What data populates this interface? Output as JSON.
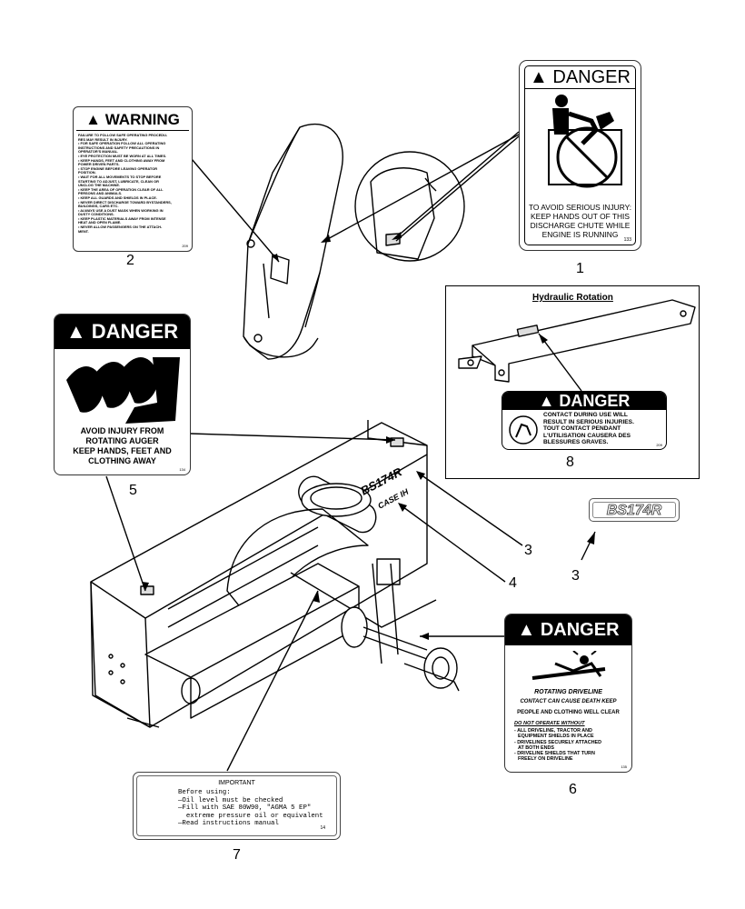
{
  "labels": {
    "n1": "1",
    "n2": "2",
    "n3a": "3",
    "n3b": "3",
    "n4": "4",
    "n5": "5",
    "n6": "6",
    "n7": "7",
    "n8": "8"
  },
  "decal1": {
    "header": "DANGER",
    "lines": [
      "TO AVOID SERIOUS INJURY:",
      "KEEP HANDS OUT OF THIS",
      "DISCHARGE CHUTE WHILE",
      "ENGINE IS RUNNING"
    ],
    "code": "133"
  },
  "decal2": {
    "header": "WARNING",
    "lines": [
      "FAILURE TO FOLLOW SAFE OPERATING PROCEDU-",
      "RES MAY RESULT IN INJURY.",
      "• FOR SAFE OPERATION FOLLOW ALL OPERATING",
      "INSTRUCTIONS AND SAFETY PRECAUTIONS IN",
      "OPERATOR'S MANUAL.",
      "• EYE PROTECTION MUST BE WORN AT ALL TIMES.",
      "• KEEP HANDS, FEET AND CLOTHING AWAY FROM",
      "POWER DRIVEN PARTS.",
      "• STOP ENGINE BEFORE LEAVING OPERATOR",
      "POSITION.",
      "• WAIT FOR ALL MOVEMENTS TO STOP BEFORE",
      "STARTING TO ADJUST, LUBRICATE, CLEAN OR",
      "UNCLOG THE MACHINE.",
      "• KEEP THE AREA OF OPERATION CLEAR OF ALL",
      "PERSONS AND ANIMALS.",
      "• KEEP ALL GUARDS AND SHIELDS IN PLACE.",
      "• NEVER DIRECT DISCHARGE TOWARD BYSTANDERS,",
      "BUILDINGS, CARS ETC.",
      "• ALWAYS USE A DUST MASK WHEN WORKING IN",
      "DUSTY CONDITIONS.",
      "• KEEP PLASTIC MATERIALS AWAY FROM INTENSE",
      "HEAT AND OPEN FLAME.",
      "• NEVER ALLOW PASSENGERS ON THE ATTACH-",
      "MENT."
    ],
    "code": "209"
  },
  "decal5": {
    "header": "DANGER",
    "lines": [
      "AVOID INJURY FROM",
      "ROTATING AUGER",
      "KEEP HANDS, FEET AND",
      "CLOTHING AWAY"
    ],
    "code": "134"
  },
  "box8": {
    "title": "Hydraulic Rotation",
    "header": "DANGER",
    "lines": [
      "CONTACT DURING USE WILL",
      "RESULT IN SERIOUS INJURIES.",
      "TOUT CONTACT PENDANT",
      "L'UTILISATION CAUSERA DES",
      "BLESSURES GRAVES."
    ],
    "code": "209"
  },
  "decal6": {
    "header": "DANGER",
    "line1": "ROTATING DRIVELINE",
    "line2": "CONTACT CAN CAUSE DEATH KEEP",
    "line3": "PEOPLE AND CLOTHING WELL CLEAR",
    "line4": "DO NOT OPERATE WITHOUT",
    "bullets": [
      "- ALL DRIVELINE, TRACTOR AND",
      "EQUIPMENT SHIELDS IN PLACE",
      "- DRIVELINES SECURELY ATTACHED",
      "AT BOTH ENDS",
      "- DRIVELINE SHIELDS THAT TURN",
      "FREELY ON DRIVELINE"
    ],
    "code": "135"
  },
  "decal7": {
    "title": "IMPORTANT",
    "lines": [
      "Before using:",
      "—Oil level must be checked",
      "—Fill with SAE 80W90, \"AGMA 5 EP\"",
      "  extreme pressure oil or equivalent",
      "—Read instructions manual"
    ],
    "code": "14"
  },
  "emblem": {
    "text": "BS174R"
  },
  "machine": {
    "brand": "BS174R",
    "model": "CASE IH"
  }
}
